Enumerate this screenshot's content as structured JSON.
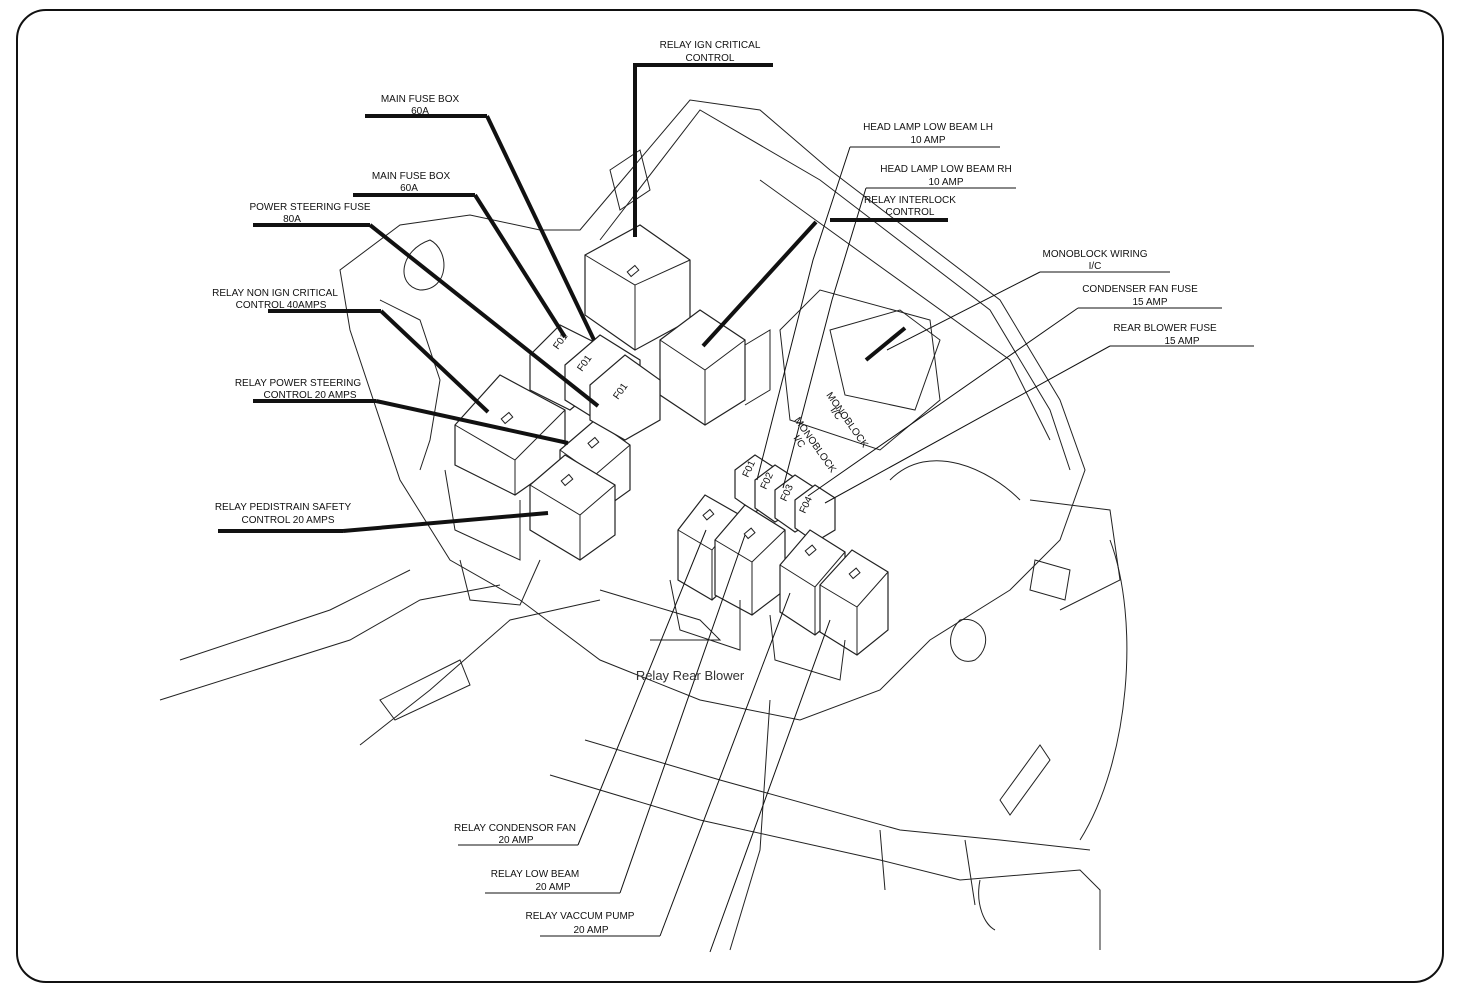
{
  "diagram": {
    "labels": {
      "relay_ign_critical": [
        "RELAY IGN CRITICAL",
        "CONTROL"
      ],
      "main_fuse_box_1": [
        "MAIN FUSE BOX",
        "60A"
      ],
      "main_fuse_box_2": [
        "MAIN FUSE BOX",
        "60A"
      ],
      "power_steering_fuse": [
        "POWER STEERING FUSE",
        "80A"
      ],
      "relay_non_ign": [
        "RELAY NON IGN CRITICAL",
        "CONTROL 40AMPS"
      ],
      "relay_power_steering": [
        "RELAY POWER STEERING",
        "CONTROL 20 AMPS"
      ],
      "relay_pedistrain": [
        "RELAY PEDISTRAIN SAFETY",
        "CONTROL 20 AMPS"
      ],
      "head_lamp_lh": [
        "HEAD LAMP LOW BEAM LH",
        "10 AMP"
      ],
      "head_lamp_rh": [
        "HEAD LAMP LOW BEAM RH",
        "10 AMP"
      ],
      "relay_interlock": [
        "RELAY INTERLOCK",
        "CONTROL"
      ],
      "monoblock_wiring": [
        "MONOBLOCK WIRING",
        "I/C"
      ],
      "condenser_fan_fuse": [
        "CONDENSER FAN FUSE",
        "15 AMP"
      ],
      "rear_blower_fuse": [
        "REAR BLOWER FUSE",
        "15 AMP"
      ],
      "relay_condensor_fan": [
        "RELAY CONDENSOR FAN",
        "20 AMP"
      ],
      "relay_low_beam": [
        "RELAY LOW BEAM",
        "20 AMP"
      ],
      "relay_vaccum_pump": [
        "RELAY VACCUM PUMP",
        "20 AMP"
      ],
      "relay_rear_blower": "Relay Rear Blower"
    },
    "component_marks": {
      "fuse_f01": "F01",
      "fuse_f02": "F02",
      "fuse_f03": "F03",
      "fuse_f04": "F04",
      "monoblock": [
        "MONOBLOCK",
        "I/C"
      ]
    }
  }
}
